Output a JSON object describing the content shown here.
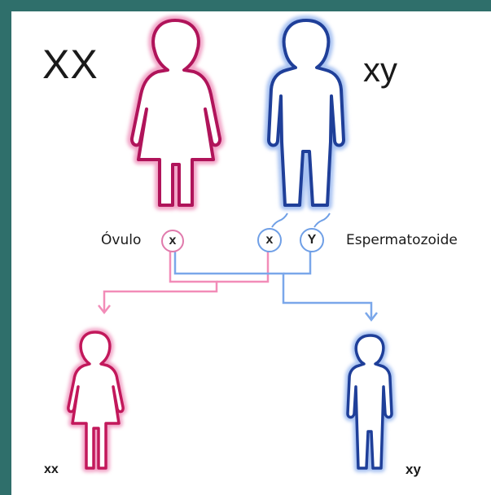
{
  "parents": {
    "mother_label": "XX",
    "father_label": "xy"
  },
  "gametes": {
    "egg_label": "Óvulo",
    "egg_chromosome": "x",
    "sperm_chromosome_1": "x",
    "sperm_chromosome_2": "Y",
    "sperm_label": "Espermatozoide"
  },
  "offspring": {
    "daughter_label": "xx",
    "son_label": "xy"
  },
  "colors": {
    "female": "#c2185b",
    "male": "#1f3f99",
    "female_line": "#f28cb8",
    "male_line": "#7aa7ea",
    "background": "#2f6f6b"
  },
  "icons": [
    "female-figure-icon",
    "male-figure-icon"
  ]
}
